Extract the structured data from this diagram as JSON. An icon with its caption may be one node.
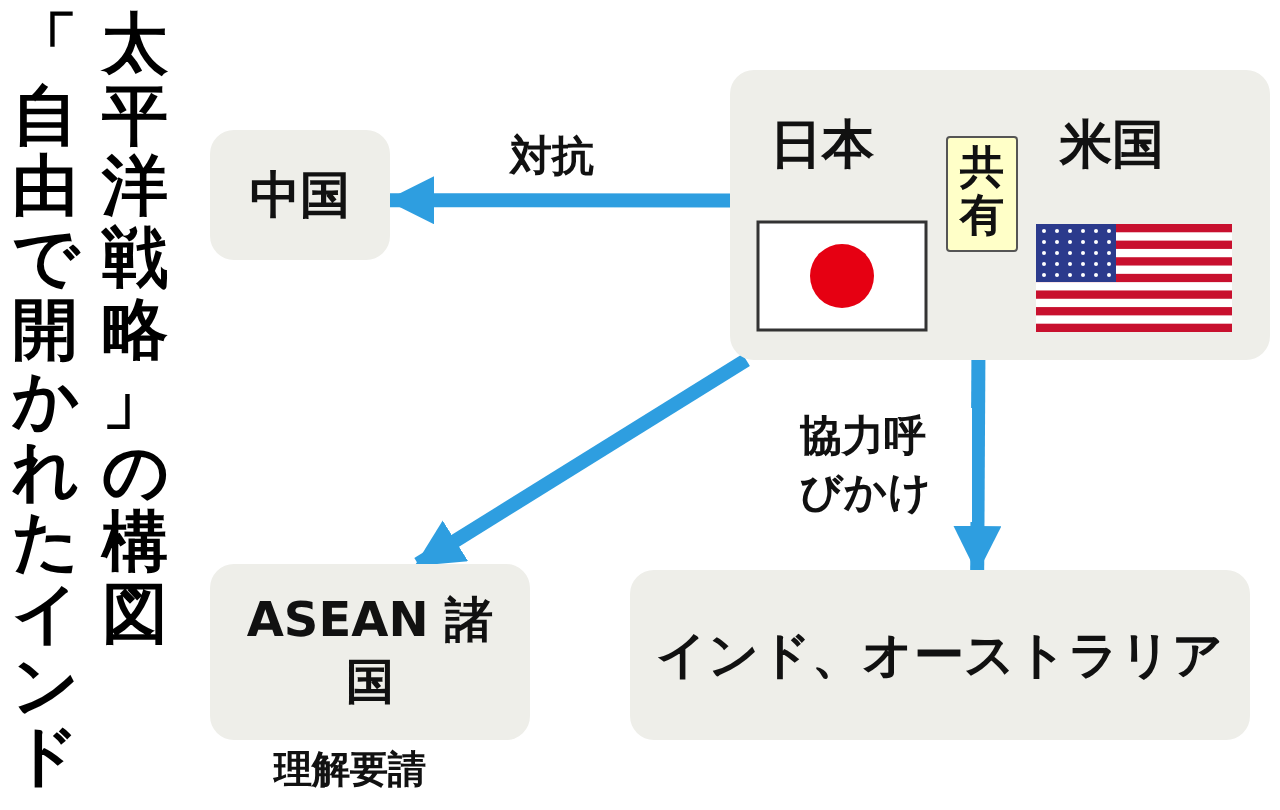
{
  "diagram": {
    "title": "「自由で開かれたインド太平洋戦略」の構図",
    "nodes": [
      {
        "text": [
          "中国"
        ]
      },
      {
        "text": [
          "日本",
          "米国"
        ]
      },
      {
        "text": [
          "共有"
        ],
        "in": 1
      },
      {
        "text": [
          "ASEAN 諸国"
        ],
        "beside": [
          "理解要請"
        ]
      },
      {
        "text": [
          "インド、オーストラリア"
        ]
      }
    ],
    "edges": [
      {
        "from": 1,
        "to": 0,
        "arrow": "to",
        "label": "対抗"
      },
      {
        "from": 1,
        "to": 3,
        "arrow": "to"
      },
      {
        "from": 1,
        "to": 4,
        "arrow": "to",
        "label": "協力呼びかけ"
      }
    ]
  }
}
